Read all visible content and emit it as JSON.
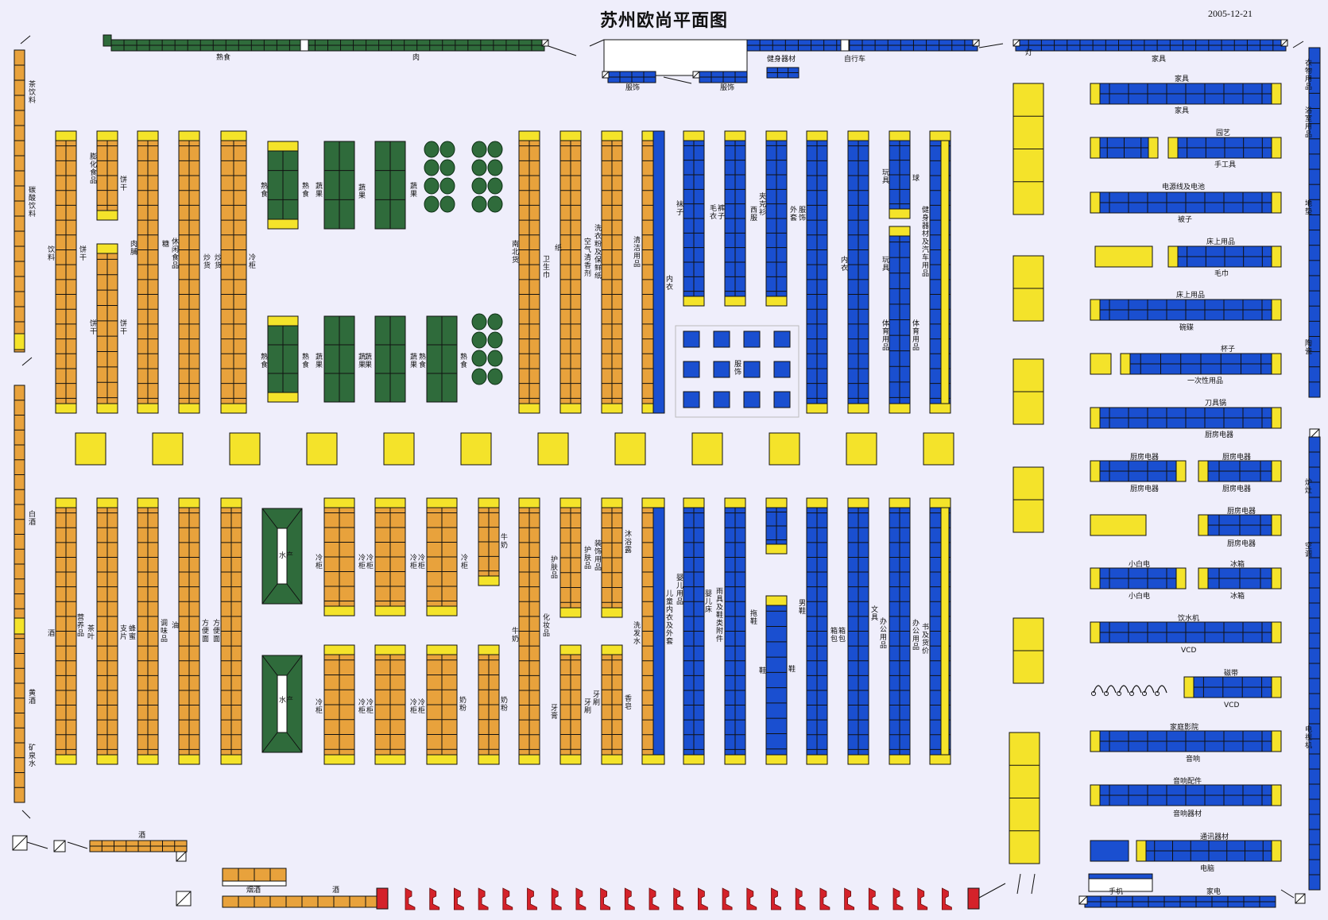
{
  "title": "苏州欧尚平面图",
  "date": "2005-12-21",
  "colors": {
    "orange": "#e8a23c",
    "green": "#2f6b3b",
    "blue": "#1a4fd0",
    "yellow": "#f4e32a",
    "red": "#d4222a",
    "background": "#efeefb"
  },
  "labels": {
    "top_shudian": "熟食",
    "top_rou": "肉",
    "top_fushi_1": "服饰",
    "top_fushi_2": "服饰",
    "top_jianshen": "健身器材",
    "top_zixingche": "自行车",
    "top_jiaju": "家具",
    "top_deng": "灯",
    "left_chayinliao": "茶饮料",
    "left_tansuan": "碳酸饮料",
    "left_baijiu": "白酒",
    "left_huangjiu": "黄酒",
    "left_kuangquanshui": "矿泉水",
    "right_yiwu": "衣物用品",
    "right_yushi": "浴室用品",
    "right_didian": "地垫",
    "right_taoci": "陶瓷",
    "right_luzao": "炉灶",
    "right_kongtiao": "空调",
    "right_dianshiji": "电视机",
    "bottom_jiu": "酒",
    "bottom_yanjiu": "烟酒",
    "bottom_jiu2": "酒",
    "bottom_shouji": "手机",
    "bottom_jiadian": "家电",
    "a_yinliao": "饮料",
    "a_binggan": "饼干",
    "b_penghua": "膨化食品",
    "b_binggan": "饼干",
    "b_binggan2": "饼干",
    "b_binggan3": "饼干",
    "c_roushui": "肉脯",
    "d_tang": "糖",
    "d_xiuxian": "休闲食品",
    "e_chaohuo": "炒货",
    "f_chaohuo": "炒货",
    "f_lenggui": "冷柜",
    "g_shushi": "熟食",
    "g_shushi2": "熟食",
    "h_shucai": "蔬果",
    "i_shucai": "蔬果",
    "i_shucai2": "蔬果",
    "j_nanbei": "南北货",
    "k_weishengjin": "卫生巾",
    "k_zhi": "纸",
    "k_kongqi": "空气清香剂",
    "l_xiyifen": "洗衣粉及保鲜纸",
    "m_qingjie": "清洁用品",
    "m_neiyi": "内衣",
    "n_wazi": "袜子",
    "n_maoyi": "毛衣",
    "n_kuzi": "裤子",
    "o_xifu": "西服",
    "o_jiake": "夹克衫",
    "p_waitao": "外套",
    "p_fushi": "服饰",
    "q_neiyi": "内衣",
    "r_wanju": "玩具",
    "r_qiu": "球",
    "r_wanju2": "玩具",
    "s_jianshen": "健身器材及汽车用品",
    "r_tiyu": "体育用品",
    "s_tiyu": "体育用品",
    "center_fushi": "服饰",
    "lo_jiu": "酒",
    "lo_yingyang": "营养品",
    "lo_chaye": "茶叶",
    "lo_fengmi": "蜂蜜",
    "lo_zhipian": "支片",
    "lo_tiaowei": "调味品",
    "lo_you": "油",
    "lo_fangbian": "方便面",
    "lo_fangbian2": "方便面",
    "lo_shuichan": "水产",
    "lo_shuichan2": "水产",
    "lo_lenggui": "冷柜",
    "lo_niunai": "牛奶",
    "lo_niunai2": "牛奶",
    "lo_naifen": "奶粉",
    "lo_naifen2": "奶粉",
    "lo_hufu": "护肤品",
    "lo_hufu2": "护肤品",
    "lo_huazhuang": "化妆品",
    "lo_yagao": "牙膏",
    "lo_yashua": "牙刷",
    "lo_yashua2": "牙刷",
    "lo_zhuangshi": "装饰用品",
    "lo_muyulu": "沐浴露",
    "lo_xiangzao": "香皂",
    "lo_xifashui": "洗发水",
    "lo_ertong": "儿童内衣及外套",
    "lo_yinger": "婴儿用品",
    "lo_yingerchuang": "婴儿床",
    "lo_yuju": "雨具及鞋类附件",
    "lo_tuoxie": "拖鞋",
    "lo_xie": "鞋",
    "lo_xie2": "鞋",
    "lo_nanxie": "男鞋",
    "lo_xiangbao": "箱包",
    "lo_xiangbao2": "箱包",
    "lo_wenju": "文具",
    "lo_bangong": "办公用品",
    "lo_bangong2": "办公用品",
    "lo_shuji": "书及货价",
    "rs_jiaju": "家具",
    "rs_jiaju2": "家具",
    "rs_yuanyi": "园艺",
    "rs_shougongju": "手工具",
    "rs_dianyuanxian": "电源线及电池",
    "rs_beizi": "被子",
    "rs_chuangshang": "床上用品",
    "rs_maojin": "毛巾",
    "rs_chuangshang2": "床上用品",
    "rs_wandie": "碗碟",
    "rs_beizi2": "杯子",
    "rs_yicixing": "一次性用品",
    "rs_daojuguo": "刀具锅",
    "rs_chufang": "厨房电器",
    "rs_chufang_a": "厨房电器",
    "rs_chufang_b": "厨房电器",
    "rs_chufang_c": "厨房电器",
    "rs_chufang_d": "厨房电器",
    "rs_chufang_e": "厨房电器",
    "rs_chufang_f": "厨房电器",
    "rs_xiaobaidian": "小白电",
    "rs_xiaobaidian2": "小白电",
    "rs_bingxiang": "冰箱",
    "rs_bingxiang2": "冰箱",
    "rs_yinshuiji": "饮水机",
    "rs_vcd": "VCD",
    "rs_cidai": "磁带",
    "rs_vcd2": "VCD",
    "rs_jiatingyingyuan": "家庭影院",
    "rs_yinxiang": "音响",
    "rs_yinxiangpeijian": "音响配件",
    "rs_yinxiangqicai": "音响器材",
    "rs_tongxun": "通讯器材",
    "rs_diannao": "电脑"
  }
}
